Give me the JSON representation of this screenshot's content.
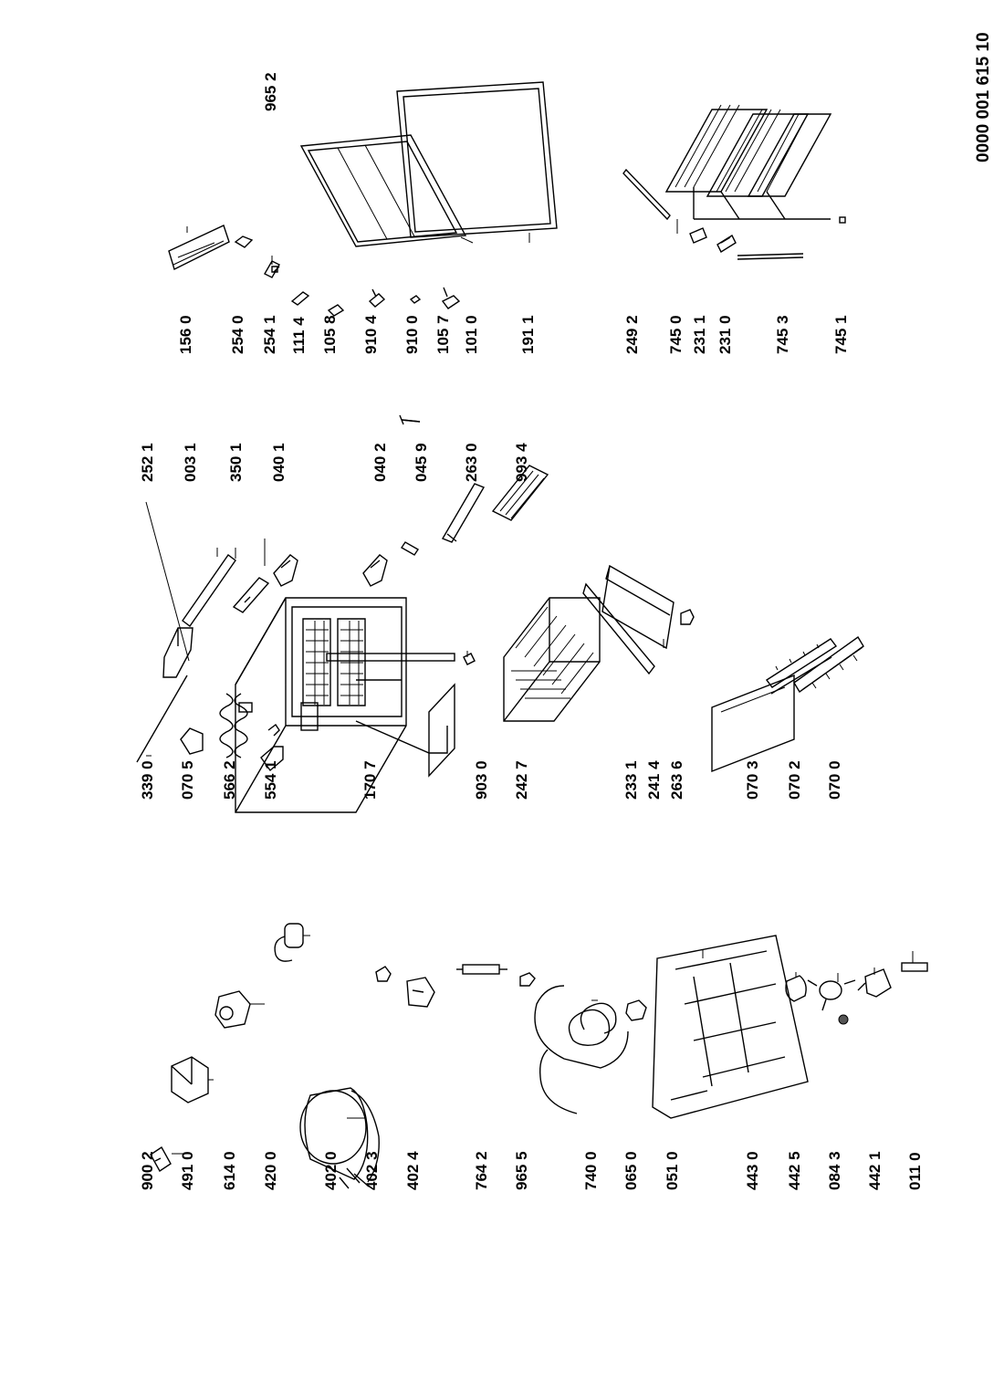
{
  "document_number": "0000 001 615 10",
  "labels": {
    "col1": [
      "900 2",
      "491 0",
      "614 0",
      "420 0",
      "402 0",
      "402 3",
      "402 4",
      "764 2",
      "965 5",
      "740 0",
      "065 0",
      "051 0",
      "443 0",
      "442 5",
      "084 3",
      "442 1",
      "011 0"
    ],
    "col2": [
      "339 0",
      "070 5",
      "566 2",
      "554 1",
      "170 7",
      "903 0",
      "242 7",
      "233 1",
      "241 4",
      "263 6",
      "070 3",
      "070 2",
      "070 0"
    ],
    "col3": [
      "252 1",
      "003 1",
      "350 1",
      "040 1",
      "040 2",
      "045 9",
      "263 0",
      "993 4"
    ],
    "col4": [
      "156 0",
      "254 0",
      "254 1",
      "111 4",
      "105 8",
      "910 4",
      "910 0",
      "105 7",
      "101 0",
      "191 1",
      "249 2",
      "745 0",
      "231 1",
      "231 0",
      "745 3",
      "745 1"
    ],
    "top": "965 2"
  }
}
